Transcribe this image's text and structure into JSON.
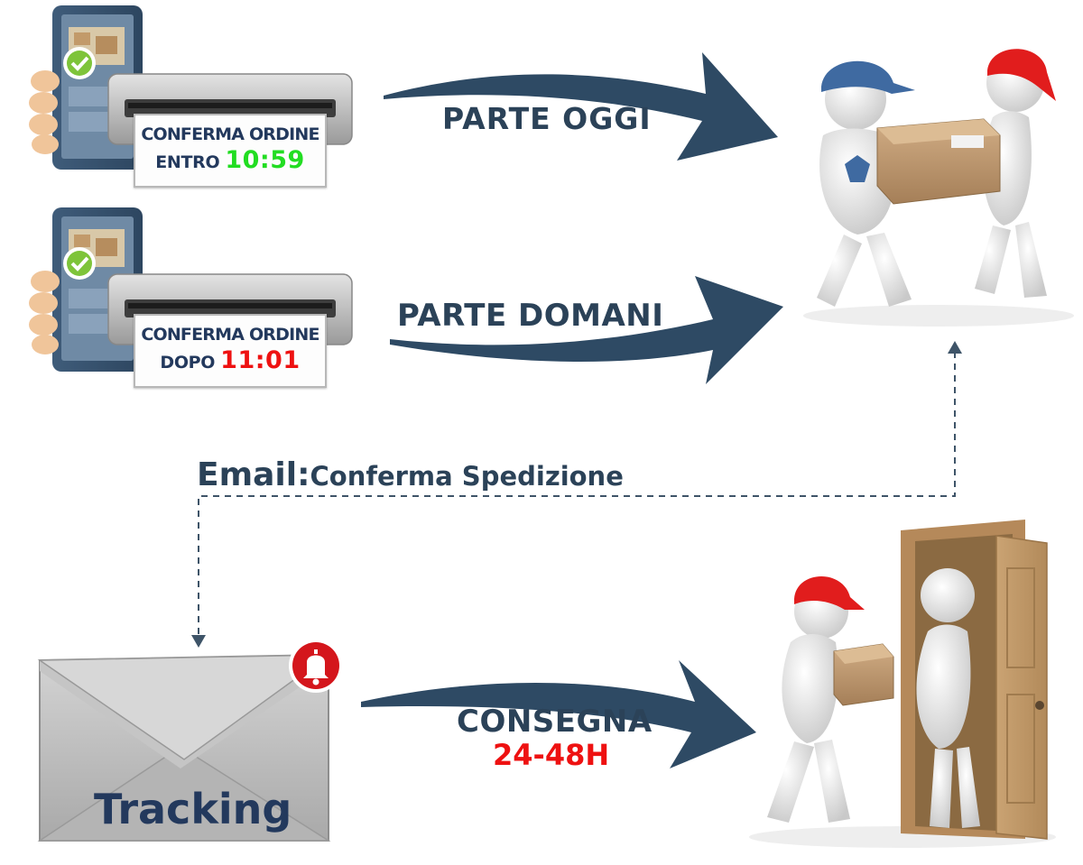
{
  "order_today": {
    "receipt_line1": "CONFERMA ORDINE",
    "receipt_prefix": "ENTRO",
    "receipt_time": "10:59",
    "time_color": "#22dd22",
    "arrow_label": "PARTE OGGI"
  },
  "order_tomorrow": {
    "receipt_line1": "CONFERMA ORDINE",
    "receipt_prefix": "DOPO",
    "receipt_time": "11:01",
    "time_color": "#ee1111",
    "arrow_label": "PARTE DOMANI"
  },
  "email_label": {
    "prefix": "Email:",
    "text": "Conferma Spedizione"
  },
  "tracking": {
    "label": "Tracking",
    "badge_icon": "bell-icon"
  },
  "delivery": {
    "arrow_label": "CONSEGNA",
    "time_label": "24-48H",
    "time_color": "#ee1111"
  },
  "colors": {
    "arrow": "#2e4a64",
    "text": "#23395d",
    "dashed_line": "#3e5468"
  },
  "icons": [
    "phone-icon",
    "printer-icon",
    "courier-handoff-illustration",
    "delivery-door-illustration",
    "envelope-icon",
    "bell-icon"
  ]
}
